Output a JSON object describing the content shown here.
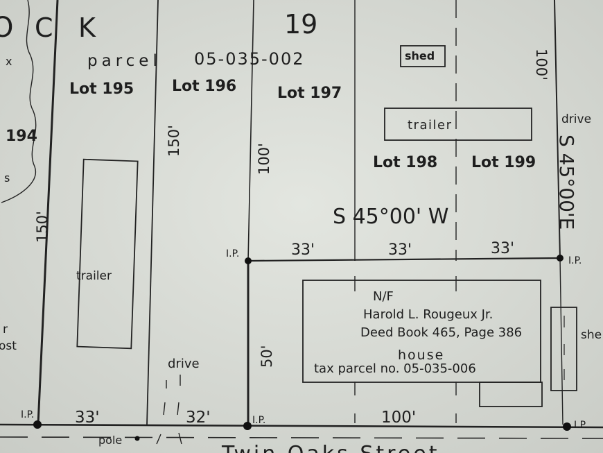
{
  "header": {
    "block_letters": [
      "O",
      "C",
      "K"
    ],
    "block_number": "19",
    "parcel_label": "parcel",
    "parcel_number": "05-035-002"
  },
  "lots": [
    {
      "id": "194",
      "label": "194"
    },
    {
      "id": "195",
      "label": "Lot 195"
    },
    {
      "id": "196",
      "label": "Lot 196"
    },
    {
      "id": "197",
      "label": "Lot 197"
    },
    {
      "id": "198",
      "label": "Lot 198"
    },
    {
      "id": "199",
      "label": "Lot 199"
    }
  ],
  "structures": {
    "shed_top": "shed",
    "trailer_top": "trailer",
    "trailer_left": "trailer",
    "house": "house",
    "shed_right": "she"
  },
  "dimensions": {
    "left_150": "150'",
    "lot196_150": "150'",
    "lot197_100": "100'",
    "top_right_100": "100'",
    "bearing_mid": "S 45°00' W",
    "bearing_right": "S 45°00'E",
    "seg_33_a": "33'",
    "seg_33_b": "33'",
    "seg_33_c": "33'",
    "bottom_33": "33'",
    "bottom_32": "32'",
    "bottom_100": "100'",
    "depth_50": "50'"
  },
  "markers": {
    "ip_top_left": "I.P.",
    "ip_top_right": "I.P.",
    "ip_bottom_left": "I.P.",
    "ip_bottom_mid": "I.P.",
    "ip_bottom_right": "I.P."
  },
  "owner": {
    "status": "N/F",
    "name": "Harold L. Rougeux Jr.",
    "deed": "Deed Book 465, Page 386",
    "tax_parcel": "tax parcel no. 05-035-006"
  },
  "misc": {
    "drive_right": "drive",
    "drive_bottom": "drive",
    "pole": "pole",
    "margin_x": "x",
    "margin_s": "s",
    "margin_r": "r",
    "margin_ost": "ost"
  },
  "street": "Twin Oaks Street"
}
